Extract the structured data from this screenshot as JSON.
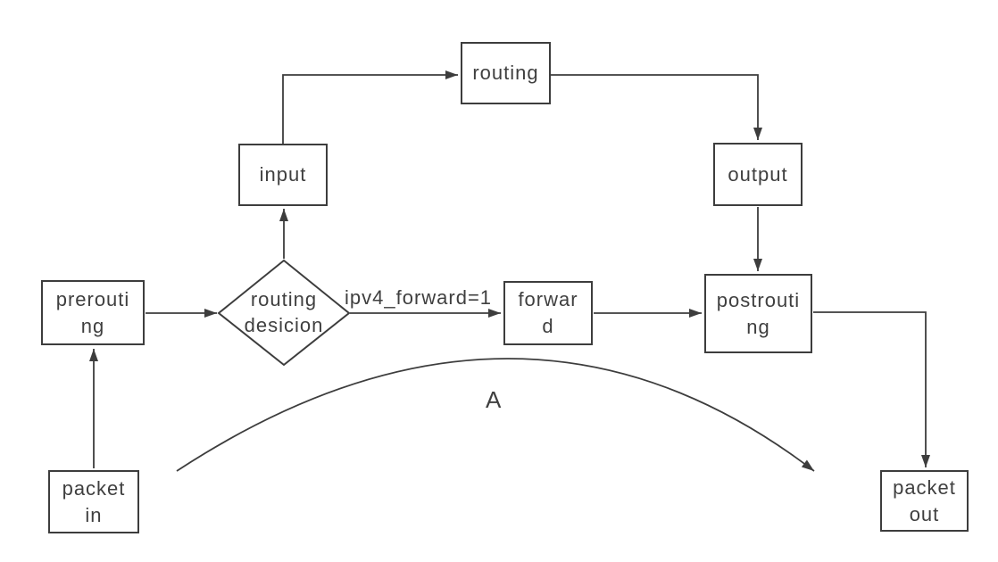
{
  "diagram": {
    "type": "flowchart",
    "description": "Packet flow through netfilter chains",
    "colors": {
      "background": "#ffffff",
      "stroke": "#3d3d3d",
      "text": "#3f3f3f"
    },
    "nodes": {
      "packet_in": {
        "label": "packet\nin",
        "shape": "rect"
      },
      "prerouting": {
        "label": "prerouti\nng",
        "shape": "rect"
      },
      "routing_decision": {
        "label": "routing\ndesicion",
        "shape": "diamond"
      },
      "input": {
        "label": "input",
        "shape": "rect"
      },
      "routing": {
        "label": "routing",
        "shape": "rect"
      },
      "output": {
        "label": "output",
        "shape": "rect"
      },
      "forward": {
        "label": "forwar\nd",
        "shape": "rect"
      },
      "postrouting": {
        "label": "postrouti\nng",
        "shape": "rect"
      },
      "packet_out": {
        "label": "packet\nout",
        "shape": "rect"
      }
    },
    "edge_labels": {
      "ipv4_forward": "ipv4_forward=1",
      "arc_label": "A"
    }
  }
}
